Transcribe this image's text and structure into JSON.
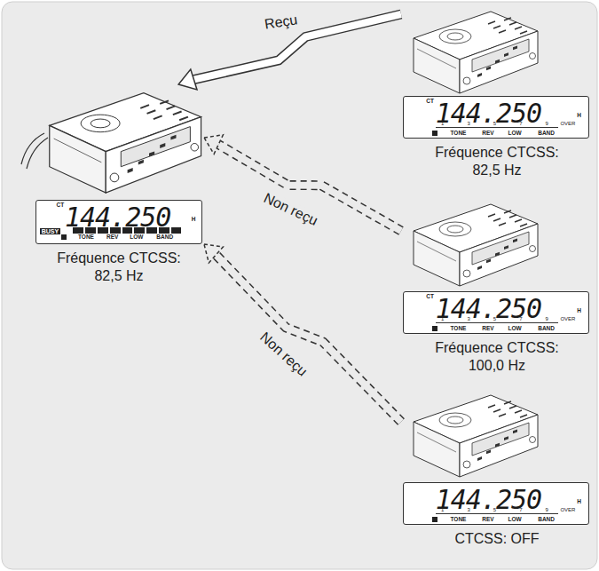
{
  "diagram": {
    "nodes": [
      {
        "text": [
          "CT",
          "144.250",
          "BUSY",
          "TONE",
          "REV",
          "LOW",
          "BAND",
          "H",
          "Fréquence CTCSS: 82,5 Hz"
        ]
      },
      {
        "text": [
          "CT",
          "144.250",
          "1",
          "3",
          "5",
          "7",
          "9",
          "OVER",
          "TONE",
          "REV",
          "LOW",
          "BAND",
          "H",
          "Fréquence CTCSS: 82,5 Hz"
        ]
      },
      {
        "text": [
          "CT",
          "144.250",
          "1",
          "3",
          "5",
          "7",
          "9",
          "OVER",
          "TONE",
          "REV",
          "LOW",
          "BAND",
          "H",
          "Fréquence CTCSS: 100,0 Hz"
        ]
      },
      {
        "text": [
          "144.250",
          "1",
          "3",
          "5",
          "7",
          "9",
          "OVER",
          "TONE",
          "REV",
          "LOW",
          "BAND",
          "H",
          "CTCSS: OFF"
        ]
      }
    ],
    "edges": [
      {
        "from": 1,
        "to": 0,
        "label": "Reçu",
        "arrow": "to"
      },
      {
        "from": 2,
        "to": 0,
        "label": "Non reçu",
        "arrow": "to"
      },
      {
        "from": 3,
        "to": 0,
        "label": "Non reçu",
        "arrow": "to"
      }
    ]
  }
}
